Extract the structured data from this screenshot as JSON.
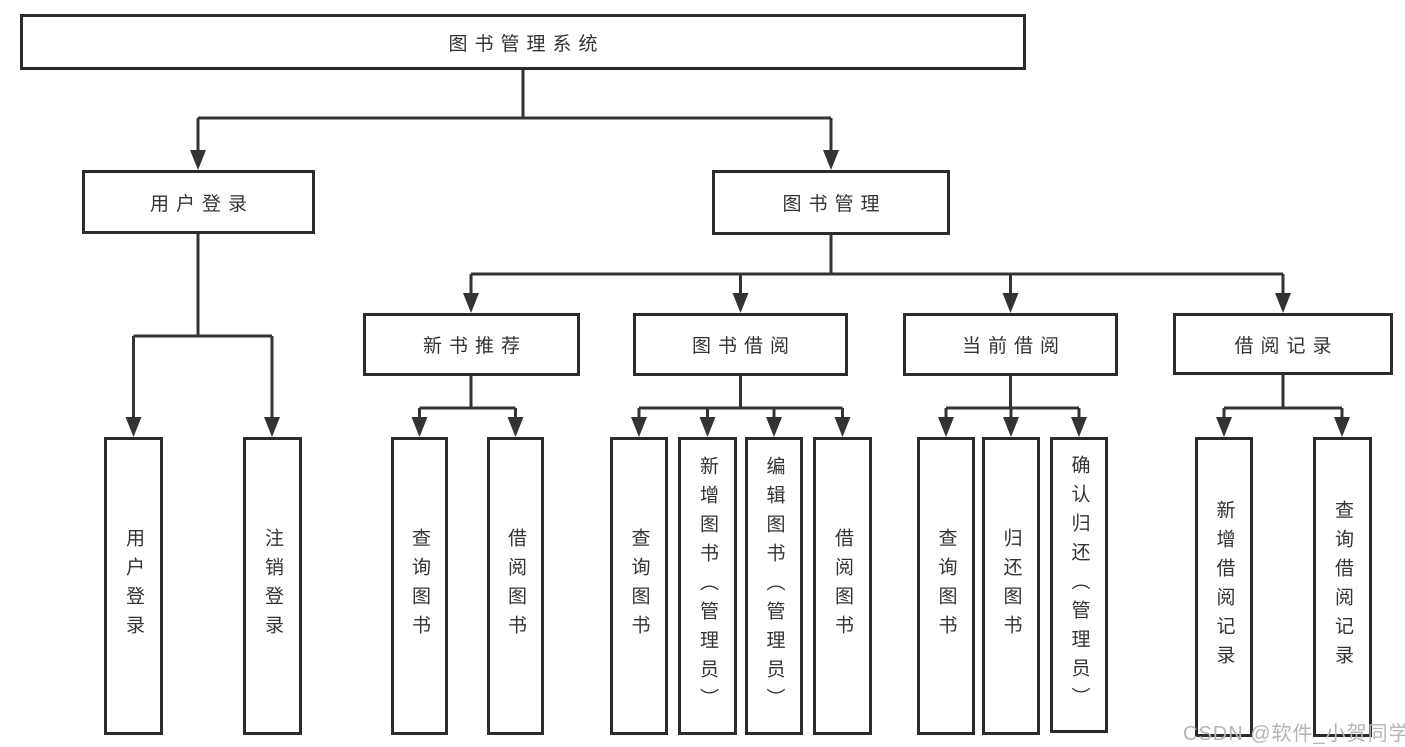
{
  "diagram_type": "hierarchy-tree",
  "tree": {
    "root": "图书管理系统",
    "branches": [
      {
        "label": "用户登录",
        "children": [
          {
            "label": "用户登录"
          },
          {
            "label": "注销登录"
          }
        ]
      },
      {
        "label": "图书管理",
        "children": [
          {
            "label": "新书推荐",
            "children": [
              {
                "label": "查询图书"
              },
              {
                "label": "借阅图书"
              }
            ]
          },
          {
            "label": "图书借阅",
            "children": [
              {
                "label": "查询图书"
              },
              {
                "label": "新增图书（管理员）"
              },
              {
                "label": "编辑图书（管理员）"
              },
              {
                "label": "借阅图书"
              }
            ]
          },
          {
            "label": "当前借阅",
            "children": [
              {
                "label": "查询图书"
              },
              {
                "label": "归还图书"
              },
              {
                "label": "确认归还（管理员）"
              }
            ]
          },
          {
            "label": "借阅记录",
            "children": [
              {
                "label": "新增借阅记录"
              },
              {
                "label": "查询借阅记录"
              }
            ]
          }
        ]
      }
    ]
  },
  "watermark": {
    "text": "CSDN @软件_小贺同学"
  },
  "colors": {
    "background": "#ffffff",
    "box_border": "#2b2b2b",
    "connector_line": "#333333",
    "text": "#333333",
    "watermark": "#b5b5b5"
  }
}
